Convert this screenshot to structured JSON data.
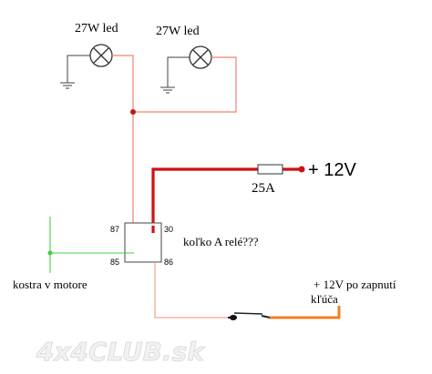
{
  "lamps": [
    {
      "label": "27W led"
    },
    {
      "label": "27W led"
    }
  ],
  "supply": {
    "label": "+ 12V"
  },
  "fuse": {
    "label": "25A"
  },
  "relay": {
    "pins": {
      "p87": "87",
      "p30": "30",
      "p85": "85",
      "p86": "86"
    },
    "question": "koľko A relé???"
  },
  "ground_note": "kostra v motore",
  "ignition": {
    "line1": "+ 12V po zapnutí",
    "line2": "kľúča"
  },
  "watermark": "4x4CLUB.sk",
  "colors": {
    "thin_wire": "#f0826e",
    "thick_wire": "#d01010",
    "ground_wire": "#40d040",
    "switch_wire": "#f08020",
    "junction": "#c81010"
  }
}
